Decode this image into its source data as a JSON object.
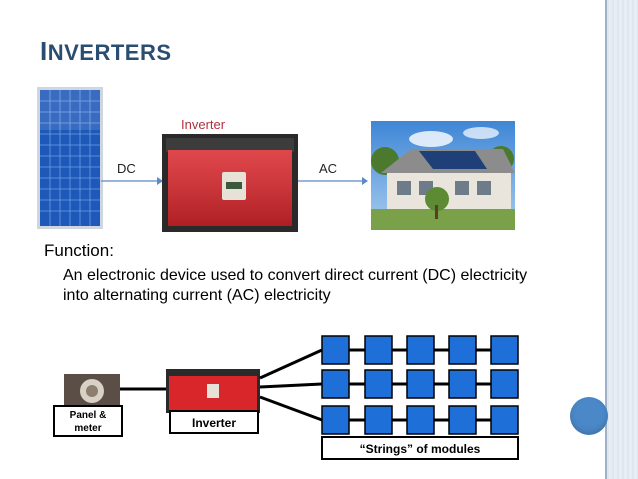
{
  "slide": {
    "title_first": "I",
    "title_rest": "NVERTERS",
    "diagram": {
      "inverter_label": "Inverter",
      "dc_label": "DC",
      "ac_label": "AC"
    },
    "function_label": "Function:",
    "function_text": "An electronic device used to convert direct current (DC) electricity into alternating current (AC) electricity",
    "bottom": {
      "panel_meter_label_line1": "Panel &",
      "panel_meter_label_line2": "meter",
      "inverter_label": "Inverter",
      "strings_label": "“Strings” of modules"
    }
  },
  "colors": {
    "title": "#2a4d72",
    "inverter_label": "#b0313f",
    "accent_circle": "#4b88c8",
    "module_blue": "#1f6fd8"
  }
}
